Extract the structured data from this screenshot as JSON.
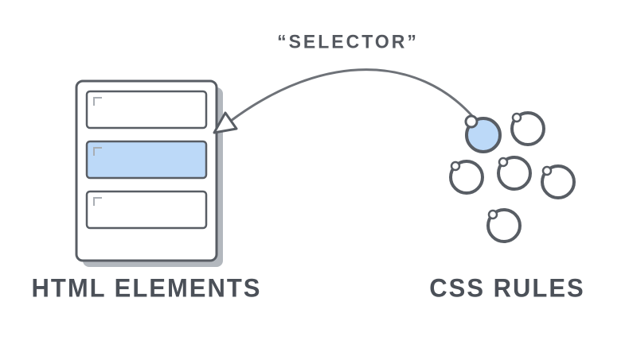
{
  "labels": {
    "selector": "“SELECTOR”",
    "html_elements": "HTML ELEMENTS",
    "css_rules": "CSS RULES"
  },
  "colors": {
    "outline": "#585d64",
    "highlight_fill": "#bcd9f8",
    "row_fill": "#ffffff",
    "shadow": "#b3b8be",
    "corner_mark": "#a9aeb4",
    "arrow": "#6e7278",
    "text": "#4b5058"
  },
  "diagram": {
    "html_rows": 3,
    "highlighted_row_index": 1,
    "css_circles": 6,
    "highlighted_circle_index": 0
  }
}
